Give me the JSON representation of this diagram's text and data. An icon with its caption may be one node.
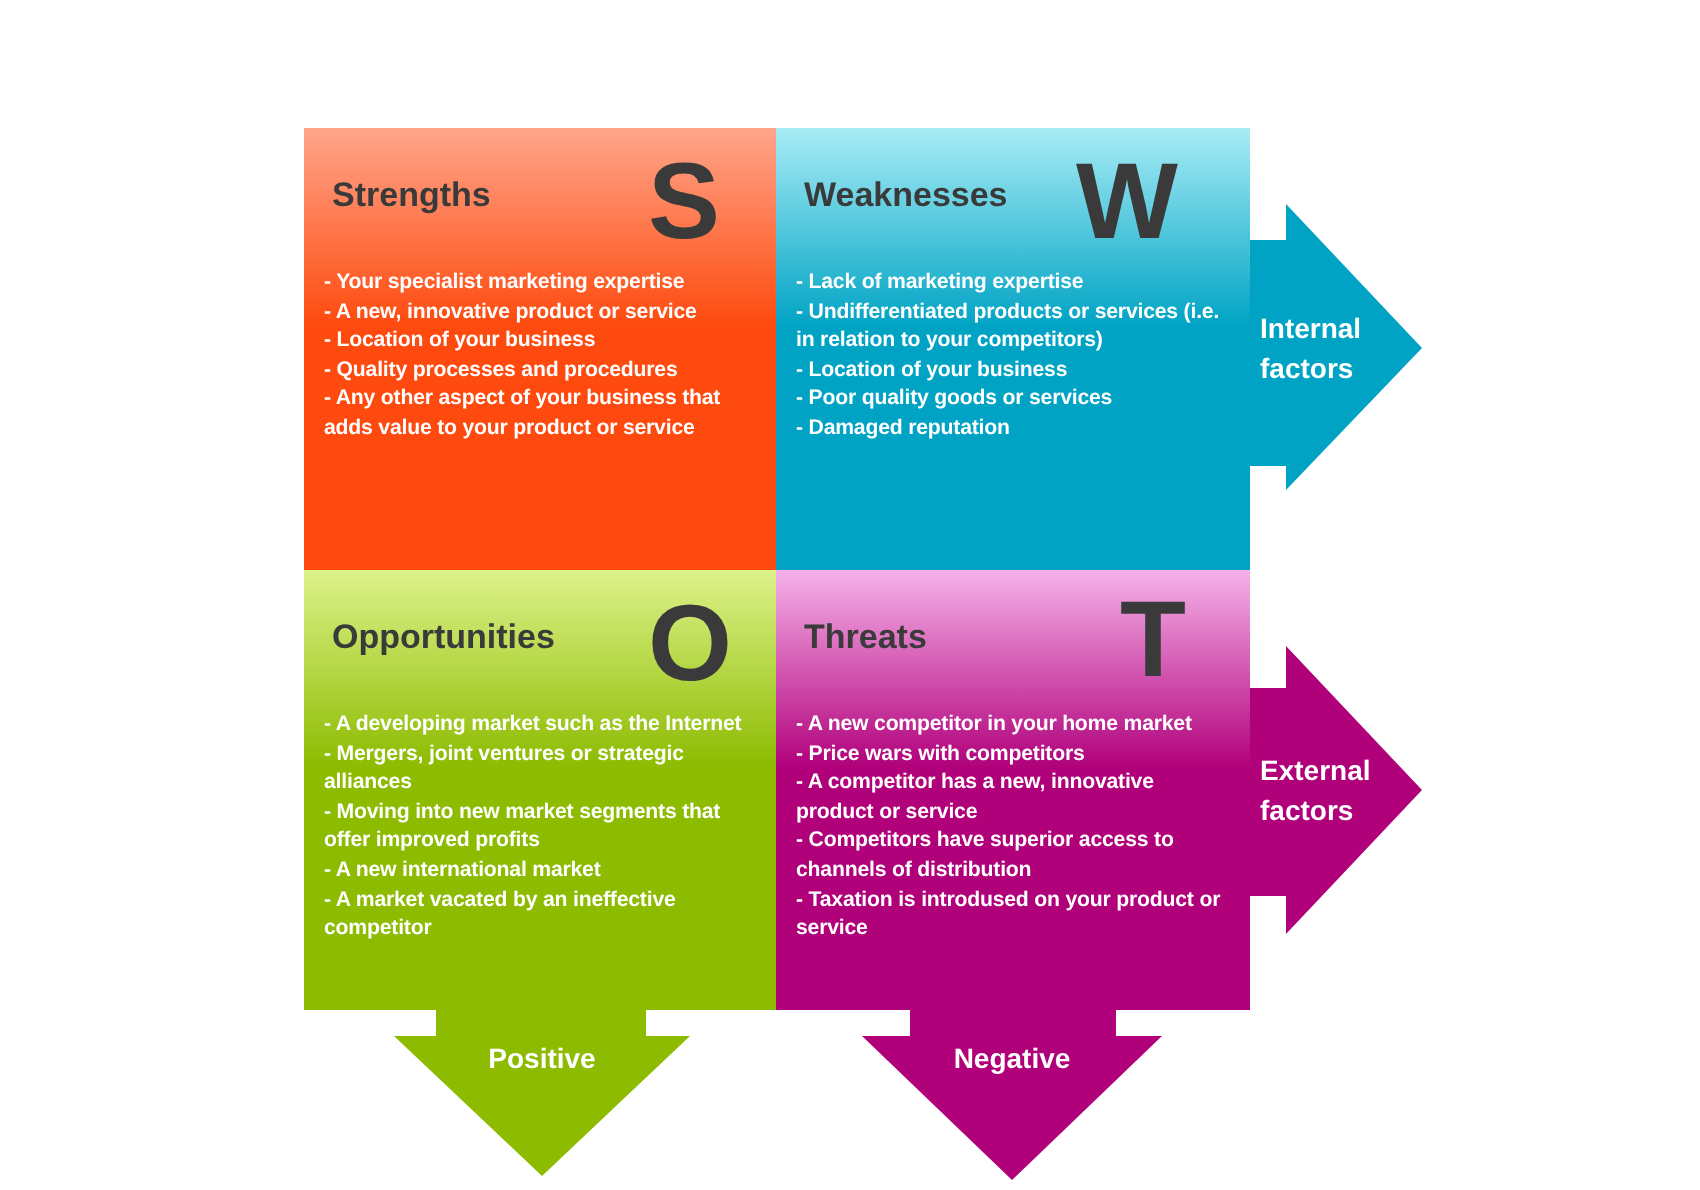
{
  "diagram": {
    "nodes": [
      {
        "text": [
          "Strengths",
          "S",
          "- Your specialist marketing expertise",
          "- A new, innovative product or service",
          "- Location of your business",
          "- Quality processes and procedures",
          "- Any other aspect of your business that adds value to your product or service"
        ]
      },
      {
        "text": [
          "Weaknesses",
          "W",
          "- Lack of marketing expertise",
          "- Undifferentiated products or services (i.e. in relation to your competitors)",
          "- Location of your business",
          "- Poor quality goods or services",
          "- Damaged reputation"
        ]
      },
      {
        "text": [
          "Internal factors"
        ]
      },
      {
        "text": [
          "Opportunities",
          "O",
          "- A developing market such as the Internet",
          "- Mergers, joint ventures or strategic alliances",
          "- Moving into new market segments that offer improved profits",
          "- A new international market",
          "- A market vacated by an ineffective competitor"
        ]
      },
      {
        "text": [
          "Threats",
          "T",
          "- A new competitor in your home market",
          "- Price wars with competitors",
          "- A competitor has a new, innovative product or service",
          "- Competitors have superior access to channels of distribution",
          "- Taxation is introdused on your product or service"
        ]
      },
      {
        "text": [
          "External factors"
        ]
      },
      {
        "text": [
          "Positive"
        ]
      },
      {
        "text": [
          "Negative"
        ]
      }
    ],
    "edges": []
  }
}
